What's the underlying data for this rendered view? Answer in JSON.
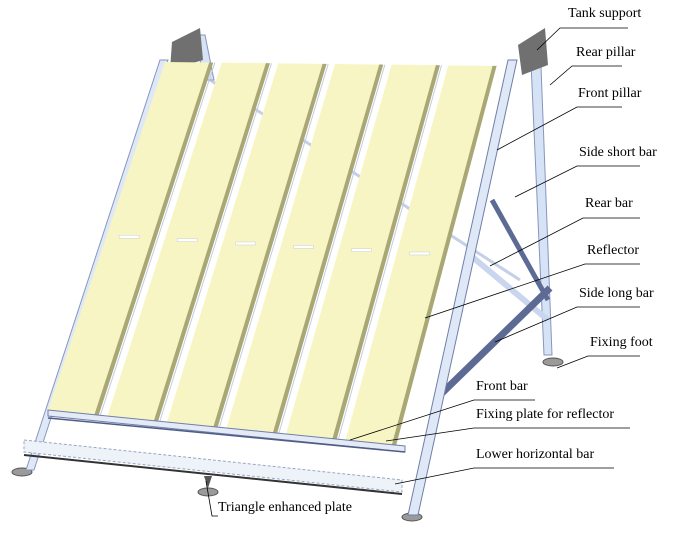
{
  "title": "Solar water heater frame structure",
  "labels": {
    "tank_support": "Tank support",
    "rear_pillar": "Rear pillar",
    "front_pillar": "Front pillar",
    "side_short_bar": "Side short bar",
    "rear_bar": "Rear bar",
    "reflector": "Reflector",
    "side_long_bar": "Side long bar",
    "fixing_foot": "Fixing foot",
    "front_bar": "Front bar",
    "fixing_plate": "Fixing plate for reflector",
    "lower_horizontal_bar": "Lower horizontal bar",
    "triangle_plate": "Triangle enhanced plate"
  },
  "colors": {
    "reflector": "#f7f5c4",
    "strip_edge": "#a9a874",
    "frame": "#c9d6ee",
    "frame_dark": "#6f7fa8",
    "tank_support": "#707070"
  },
  "reflector_count": 6
}
